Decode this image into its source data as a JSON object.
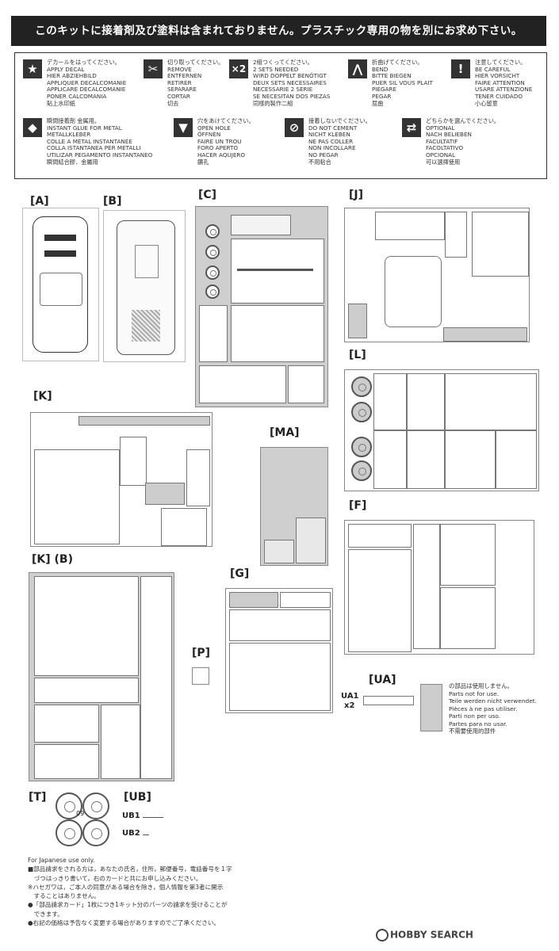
{
  "banner": "このキットに接着剤及び塗料は含まれておりません。プラスチック専用の物を別にお求め下さい。",
  "legend": [
    {
      "icon": "star-icon",
      "glyph": "★",
      "text": "デカールをはってください。\nAPPLY DECAL\nHIER ABZIEHBILD\nAPPLIQUER DECALCOMANIE\nAPPLICARE DECALCOMANIE\nPONER CALCOMANIA\n貼上水印紙"
    },
    {
      "icon": "cut-icon",
      "glyph": "✂",
      "text": "切り取ってください。\nREMOVE\nENTFERNEN\nRETIRER\nSEPARARE\nCORTAR\n切去"
    },
    {
      "icon": "x2-icon",
      "glyph": "×2",
      "text": "2組つくってください。\n2 SETS NEEDED\nWIRD DOPPELT BENÖTIGT\nDEUX SETS NECESSAIRES\nNECESSARIE 2 SERIE\nSE NECESITAN DOS PIEZAS\n同樣的製作二組"
    },
    {
      "icon": "bend-icon",
      "glyph": "⋀",
      "text": "折曲げてください。\nBEND\nBITTE BIEGEN\nPUER SIL VOUS PLAIT\nPIEGARE\nPEGAR\n屈曲"
    },
    {
      "icon": "caution-icon",
      "glyph": "!",
      "text": "注意してください。\nBE CAREFUL\nHIER VORSICHT\nFAIRE ATTENTION\nUSARE ATTENZIONE\nTENER CUIDADO\n小心留意"
    },
    {
      "icon": "glue-icon",
      "glyph": "◆",
      "text": "瞬間接着剤 金属用。\nINSTANT GLUE FOR METAL\nMETALLKLEBER\nCOLLE A MÉTAL INSTANTANÉE\nCOLLA ISTANTANEA PER METALLI\nUTILIZAR PEGAMENTO INSTANTANEO\n瞬間結合膠．金屬用"
    },
    {
      "icon": "drill-icon",
      "glyph": "▼",
      "text": "穴をあけてください。\nOPEN HOLE\nÖFFNEN\nFAIRE UN TROU\nFORO APERTO\nHACER AQUJERO\n鑽孔"
    },
    {
      "icon": "no-cement-icon",
      "glyph": "⊘",
      "text": "接着しないでください。\nDO NOT CEMENT\nNICHT KLEBEN\nNE PAS COLLER\nNON INCOLLARE\nNO PEGAR\n不用粘合"
    },
    {
      "icon": "optional-icon",
      "glyph": "⇄",
      "text": "どちらかを選んでください。\nOPTIONAL\nNACH BELIEBEN\nFACULTATIF\nFACOLTATIVO\nOPCIONAL\n可以選擇使用"
    }
  ],
  "sections": {
    "A": "[A]",
    "B": "[B]",
    "C": "[C]",
    "J": "[J]",
    "K": "[K]",
    "MA": "[MA]",
    "L": "[L]",
    "KB": "[K] (B)",
    "G": "[G]",
    "F": "[F]",
    "P": "[P]",
    "UA": "[UA]",
    "T": "[T]",
    "UB": "[UB]"
  },
  "labels": {
    "ua1": "UA1",
    "x2": "x2",
    "t09": "09",
    "ub1": "UB1",
    "ub2": "UB2"
  },
  "notice": "の部品は使用しません。\nParts not for use.\nTeile werden nicht verwendet.\nPièces à ne pas utiliser.\nParti non per uso.\nPartes para no usar.\n不需要使用的部件",
  "footer": "For Japanese use only.\n■部品請求をされる方は，あなたの氏名，住所，郵便番号，電話番号を１字\n　づつはっきり書いて，右のカードと共にお申し込みください。\n※ハセガワは，ご本人の同意がある場合を除き，個人情報を第3者に開示\n　することはありません。\n●「部品請求カード」1枚につき1キット分のパーツの請求を受けることが\n　できます。\n●右記の価格は予告なく変更する場合がありますのでご了承ください。",
  "logo": "HOBBY SEARCH"
}
